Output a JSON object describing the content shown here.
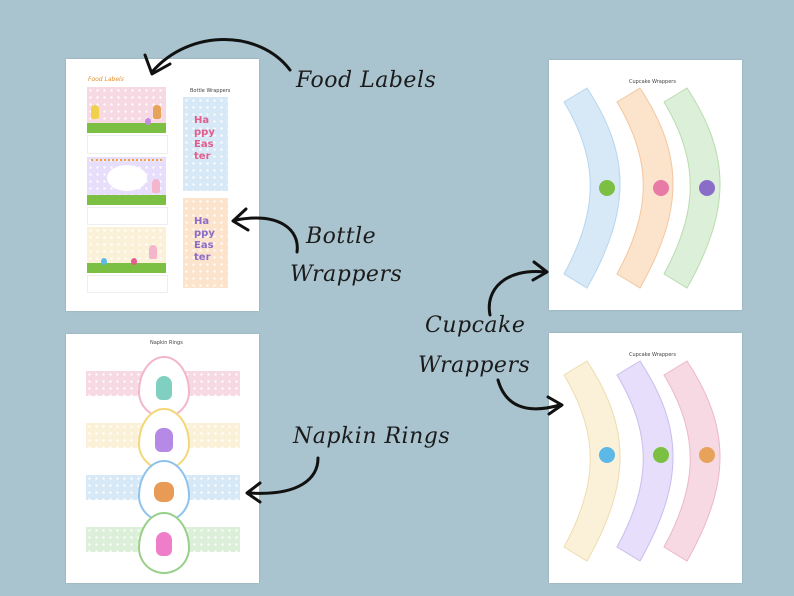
{
  "callouts": {
    "food_labels": "Food Labels",
    "bottle_line1": "Bottle",
    "bottle_line2": "Wrappers",
    "cupcake_line1": "Cupcake",
    "cupcake_line2": "Wrappers",
    "napkin_rings": "Napkin Rings"
  },
  "sheets": {
    "food_labels_brand": "Food Labels",
    "bottle_title": "Bottle Wrappers",
    "bottle_text_1": "Happy Easter",
    "bottle_text_2": "Happy Easter",
    "cupcake_title_1": "Cupcake Wrappers",
    "cupcake_title_2": "Cupcake Wrappers",
    "napkin_title": "Napkin Rings"
  },
  "colors": {
    "background": "#a9c4cf",
    "pink": "#f6d9e3",
    "lavender": "#e6defa",
    "cream": "#fbf1d9",
    "blue": "#d7e9f7",
    "peach": "#fce3cc",
    "mint": "#dcefd8",
    "grass": "#7bc043"
  }
}
